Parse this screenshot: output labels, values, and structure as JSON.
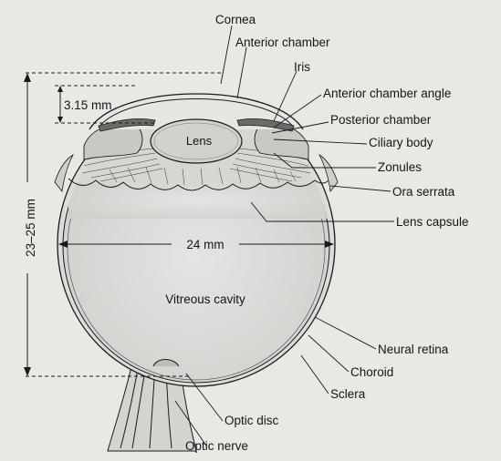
{
  "labels": {
    "cornea": "Cornea",
    "anterior_chamber": "Anterior chamber",
    "iris": "Iris",
    "anterior_chamber_angle": "Anterior chamber angle",
    "posterior_chamber": "Posterior chamber",
    "ciliary_body": "Ciliary body",
    "zonules": "Zonules",
    "ora_serrata": "Ora serrata",
    "lens_capsule": "Lens capsule",
    "neural_retina": "Neural retina",
    "choroid": "Choroid",
    "sclera": "Sclera",
    "optic_disc": "Optic disc",
    "optic_nerve": "Optic nerve",
    "lens": "Lens",
    "vitreous_cavity": "Vitreous cavity"
  },
  "measurements": {
    "axial_length": "23–25 mm",
    "anterior_chamber_depth": "3.15 mm",
    "horizontal_diameter": "24 mm"
  },
  "colors": {
    "background": "#e9e8e4",
    "vitreous": "#d9d9d7",
    "outline": "#1a1a1a"
  }
}
